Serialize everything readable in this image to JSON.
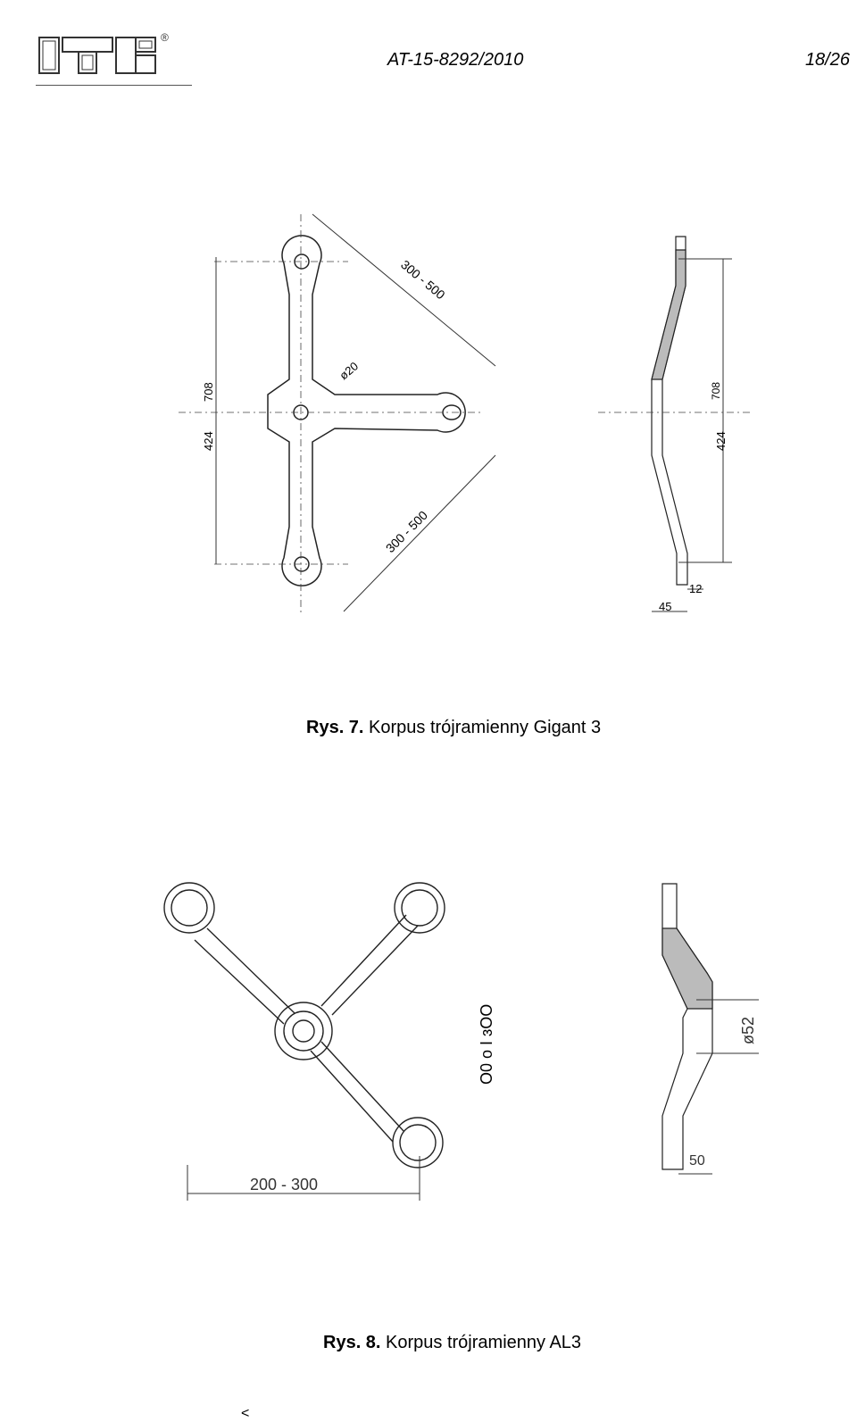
{
  "header": {
    "document_number": "AT-15-8292/2010",
    "page_number": "18/26",
    "logo_icon": "itb-logo-icon",
    "registered_mark": "®"
  },
  "figure7": {
    "caption_label": "Rys. 7.",
    "caption_text": " Korpus trójramienny Gigant 3",
    "dim_range_upper": "300 - 500",
    "dim_range_lower": "300 - 500",
    "dim_hole": "ø20",
    "dim_height_full": "708",
    "dim_height_half": "424",
    "side_dim_full": "708",
    "side_dim_half": "424",
    "side_dim_thickness": "12",
    "side_dim_depth": "45"
  },
  "figure8": {
    "caption_label": "Rys. 8.",
    "caption_text": " Korpus trójramienny AL3",
    "dim_range": "200 - 300",
    "vertical_text": "O0 o I ɜOO",
    "side_dim_diameter": "ø52",
    "side_dim_depth": "50"
  },
  "footer": {
    "stray_mark": "<"
  }
}
